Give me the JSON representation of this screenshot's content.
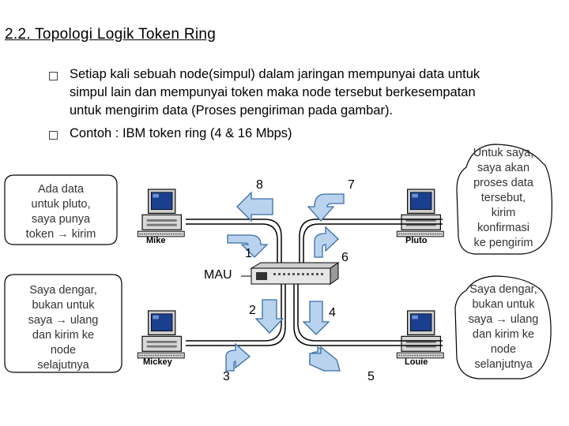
{
  "title": "2.2. Topologi Logik Token Ring",
  "bullets": [
    {
      "lines": [
        "Setiap kali sebuah node(simpul) dalam jaringan mempunyai data untuk",
        "simpul lain dan mempunyai token maka node tersebut berkesempatan",
        "untuk mengirim data (Proses pengiriman pada gambar)."
      ]
    },
    {
      "lines": [
        "Contoh : IBM token ring (4 & 16 Mbps)"
      ]
    }
  ],
  "callouts": {
    "top_left": [
      "Ada data",
      "untuk pluto,",
      "saya punya",
      "token → kirim"
    ],
    "bottom_left": [
      "Saya dengar,",
      "bukan untuk",
      "saya → ulang",
      "dan kirim ke",
      "node",
      "selajutnya"
    ],
    "top_right": [
      "Untuk saya,",
      "saya akan",
      "proses data",
      "tersebut,",
      "kirim",
      "konfirmasi",
      "ke pengirim"
    ],
    "bottom_right": [
      "Saya dengar,",
      "bukan untuk",
      "saya → ulang",
      "dan kirim ke",
      "node",
      "selanjutnya"
    ]
  },
  "hub_label": "MAU",
  "computers": {
    "top_left": "Mike",
    "top_right": "Pluto",
    "bottom_left": "Mickey",
    "bottom_right": "Louie"
  },
  "step_numbers": [
    "1",
    "2",
    "3",
    "4",
    "5",
    "6",
    "7",
    "8"
  ],
  "colors": {
    "arrow_fill": "#b9d3ee",
    "arrow_stroke": "#3a6ea5",
    "screen": "#1a3f8f",
    "bubble_stroke": "#000000"
  }
}
